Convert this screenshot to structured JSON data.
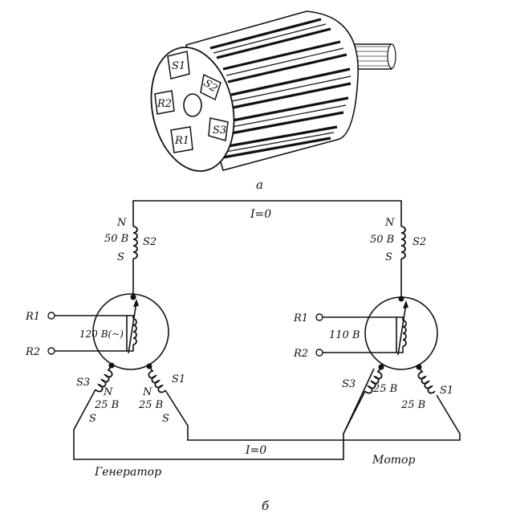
{
  "figure_a": {
    "caption": "а",
    "terminals": [
      "S1",
      "S2",
      "S3",
      "R2",
      "R1"
    ]
  },
  "figure_b": {
    "caption": "б",
    "top_current": "I=0",
    "bottom_current": "I=0",
    "generator": {
      "name": "Генератор",
      "r1": "R1",
      "r2": "R2",
      "rotor_voltage": "120 В(~)",
      "s2_label": "S2",
      "s2_voltage": "50 В",
      "s2_n": "N",
      "s2_s": "S",
      "s3_label": "S3",
      "s3_voltage": "25 В",
      "s3_n": "N",
      "s3_s": "S",
      "s1_label": "S1",
      "s1_voltage": "25 В",
      "s1_n": "N",
      "s1_s": "S"
    },
    "motor": {
      "name": "Мотор",
      "r1": "R1",
      "r2": "R2",
      "rotor_voltage": "110 В",
      "s2_label": "S2",
      "s2_voltage": "50 В",
      "s2_n": "N",
      "s2_s": "S",
      "s3_label": "S3",
      "s3_voltage": "25 В",
      "s1_label": "S1",
      "s1_voltage": "25 В"
    }
  }
}
